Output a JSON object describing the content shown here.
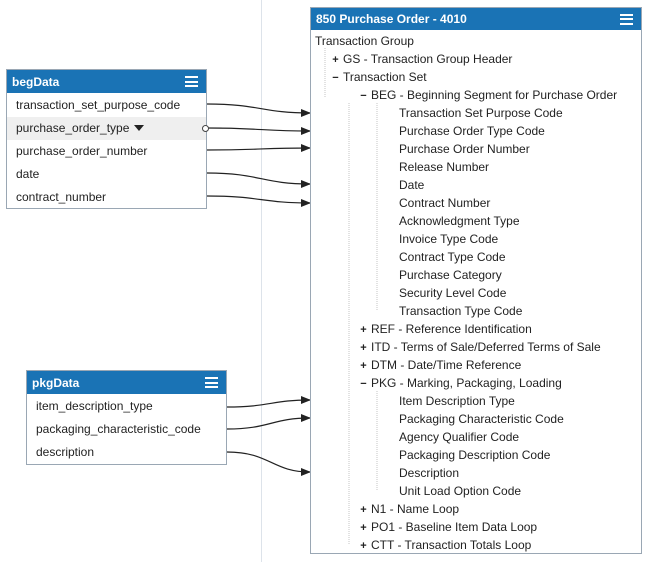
{
  "begData": {
    "title": "begData",
    "fields": [
      "transaction_set_purpose_code",
      "purchase_order_type",
      "purchase_order_number",
      "date",
      "contract_number"
    ]
  },
  "pkgData": {
    "title": "pkgData",
    "fields": [
      "item_description_type",
      "packaging_characteristic_code",
      "description"
    ]
  },
  "target": {
    "title": "850 Purchase Order - 4010",
    "root": "Transaction Group",
    "gs": "GS - Transaction Group Header",
    "transaction_set": "Transaction Set",
    "beg": "BEG - Beginning Segment for Purchase Order",
    "beg_children": [
      "Transaction Set Purpose Code",
      "Purchase Order Type Code",
      "Purchase Order Number",
      "Release Number",
      "Date",
      "Contract Number",
      "Acknowledgment Type",
      "Invoice Type Code",
      "Contract Type Code",
      "Purchase Category",
      "Security Level Code",
      "Transaction Type Code"
    ],
    "ref": "REF - Reference Identification",
    "itd": "ITD - Terms of Sale/Deferred Terms of Sale",
    "dtm": "DTM - Date/Time Reference",
    "pkg": "PKG - Marking, Packaging, Loading",
    "pkg_children": [
      "Item Description Type",
      "Packaging Characteristic Code",
      "Agency Qualifier Code",
      "Packaging Description Code",
      "Description",
      "Unit Load Option Code"
    ],
    "n1": "N1 - Name Loop",
    "po1": "PO1 - Baseline Item Data Loop",
    "ctt": "CTT - Transaction Totals Loop"
  },
  "toggles": {
    "expand": "+",
    "collapse": "−"
  },
  "icons": {
    "menu": "menu-icon",
    "dropdown": "caret-down-icon"
  },
  "colors": {
    "header": "#1a73b5",
    "line": "#222222"
  }
}
